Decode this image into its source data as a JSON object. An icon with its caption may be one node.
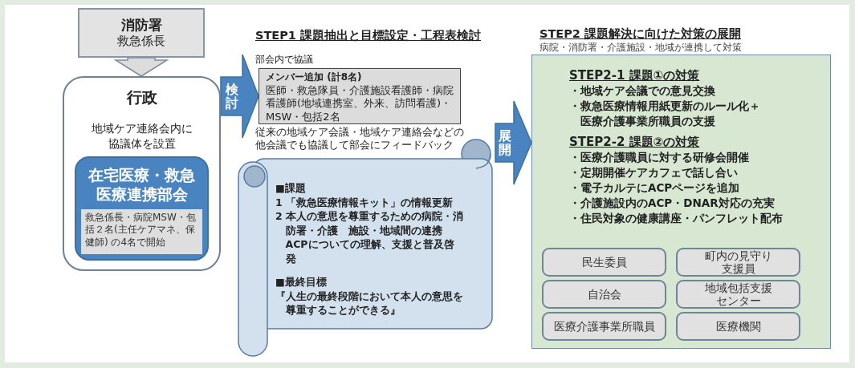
{
  "diagram": {
    "nodes": [
      {
        "text": [
          "消防署",
          "救急係長"
        ]
      },
      {
        "text": [
          "行政",
          "地域ケア連絡会内に協議体を設置"
        ]
      },
      {
        "text": [
          "在宅医療・救急医療連携部会"
        ],
        "in": 1
      },
      {
        "text": [
          "救急係長・病院MSW・包括２名(主任ケアマネ、保健師) の4名で開始"
        ],
        "in": 2
      },
      {
        "text": [
          "メンバー追加 (計8名)",
          "医師・救急隊員・介護施設看護師・病院看護師(地域連携室、外来、訪問看護)・MSW・包括2名"
        ]
      },
      {
        "text": [
          "■課題",
          "1 「救急医療情報キット」の情報更新",
          "2 本人の意思を尊重するための病院・消防署・介護　施設・地域間の連携ACPについての理解、支援と普及啓発",
          "■最終目標",
          "『人生の最終段階において本人の意思を尊重することができる』"
        ]
      },
      {
        "text": [
          "STEP2-1 課題①の対策",
          "・地域ケア会議での意見交換",
          "・救急医療情報用紙更新のルール化＋医療介護事業所職員の支援",
          "STEP2-2 課題②の対策",
          "・医療介護職員に対する研修会開催",
          "・定期開催ケアカフェで話し合い",
          "・電子カルテにACPページを追加",
          "・介護施設内のACP・DNAR対応の充実",
          "・住民対象の健康講座・パンフレット配布"
        ]
      },
      {
        "text": [
          "民生委員"
        ],
        "in": 6
      },
      {
        "text": [
          "町内の見守り支援員"
        ],
        "in": 6
      },
      {
        "text": [
          "自治会"
        ],
        "in": 6
      },
      {
        "text": [
          "地域包括支援センター"
        ],
        "in": 6
      },
      {
        "text": [
          "医療介護事業所職員"
        ],
        "in": 6
      },
      {
        "text": [
          "医療機関"
        ],
        "in": 6
      }
    ],
    "edges": [
      {
        "from": 0,
        "to": 1,
        "arrow": "to",
        "color": "#dcdcdc"
      },
      {
        "from": 1,
        "to": 4,
        "arrow": "to",
        "label": "検討"
      },
      {
        "from": 5,
        "to": 6,
        "arrow": "to",
        "label": "展開"
      }
    ],
    "labels": [
      "STEP1 課題抽出と目標設定・工程表検討",
      "部会内で協議",
      "従来の地域ケア会議・地域ケア連絡会などの他会議でも協議して部会にフィードバック",
      "STEP2 課題解決に向けた対策の展開",
      "病院・消防署・介護施設・地域が連携して対策"
    ]
  }
}
